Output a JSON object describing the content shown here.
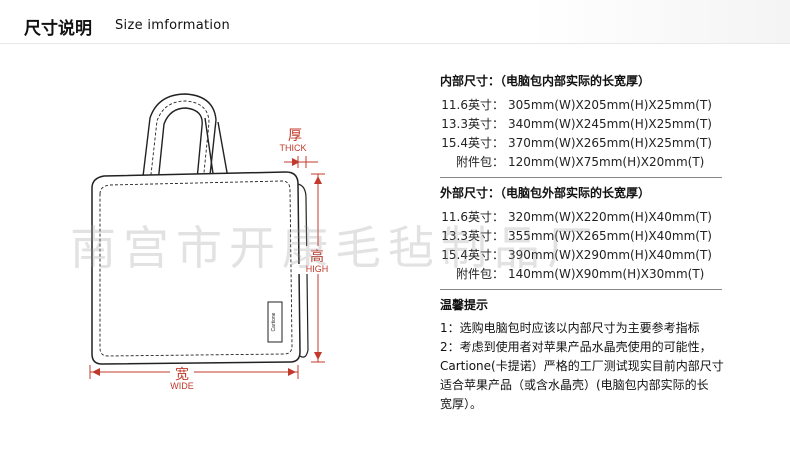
{
  "header": {
    "title_cn": "尺寸说明",
    "title_en": "Size imformation"
  },
  "diagram": {
    "thick_cn": "厚",
    "thick_en": "THICK",
    "high_cn": "高",
    "high_en": "HIGH",
    "wide_cn": "宽",
    "wide_en": "WIDE",
    "bag_tag": "Cartione",
    "accent_color": "#c0392b"
  },
  "watermark": "南宫市开康毛毡制品厂",
  "inner": {
    "title": "内部尺寸：（电脑包内部实际的长宽厚）",
    "rows": [
      {
        "k": "11.6英寸：",
        "v": "305mm(W)X205mm(H)X25mm(T)"
      },
      {
        "k": "13.3英寸：",
        "v": "340mm(W)X245mm(H)X25mm(T)"
      },
      {
        "k": "15.4英寸：",
        "v": "370mm(W)X265mm(H)X25mm(T)"
      },
      {
        "k": "附件包：",
        "v": "120mm(W)X75mm(H)X20mm(T)"
      }
    ]
  },
  "outer": {
    "title": "外部尺寸：（电脑包外部实际的长宽厚）",
    "rows": [
      {
        "k": "11.6英寸：",
        "v": "320mm(W)X220mm(H)X40mm(T)"
      },
      {
        "k": "13.3英寸：",
        "v": "355mm(W)X265mm(H)X40mm(T)"
      },
      {
        "k": "15.4英寸：",
        "v": "390mm(W)X290mm(H)X40mm(T)"
      },
      {
        "k": "附件包：",
        "v": "140mm(W)X90mm(H)X30mm(T)"
      }
    ]
  },
  "tips": {
    "title": "温馨提示",
    "line1": "1：选购电脑包时应该以内部尺寸为主要参考指标",
    "line2": "2：考虑到使用者对苹果产品水晶壳使用的可能性，",
    "line3": "Cartione(卡提诺）严格的工厂测试现实目前内部尺寸",
    "line4": "适合苹果产品（或含水晶壳）(电脑包内部实际的长",
    "line5": "宽厚）。"
  }
}
